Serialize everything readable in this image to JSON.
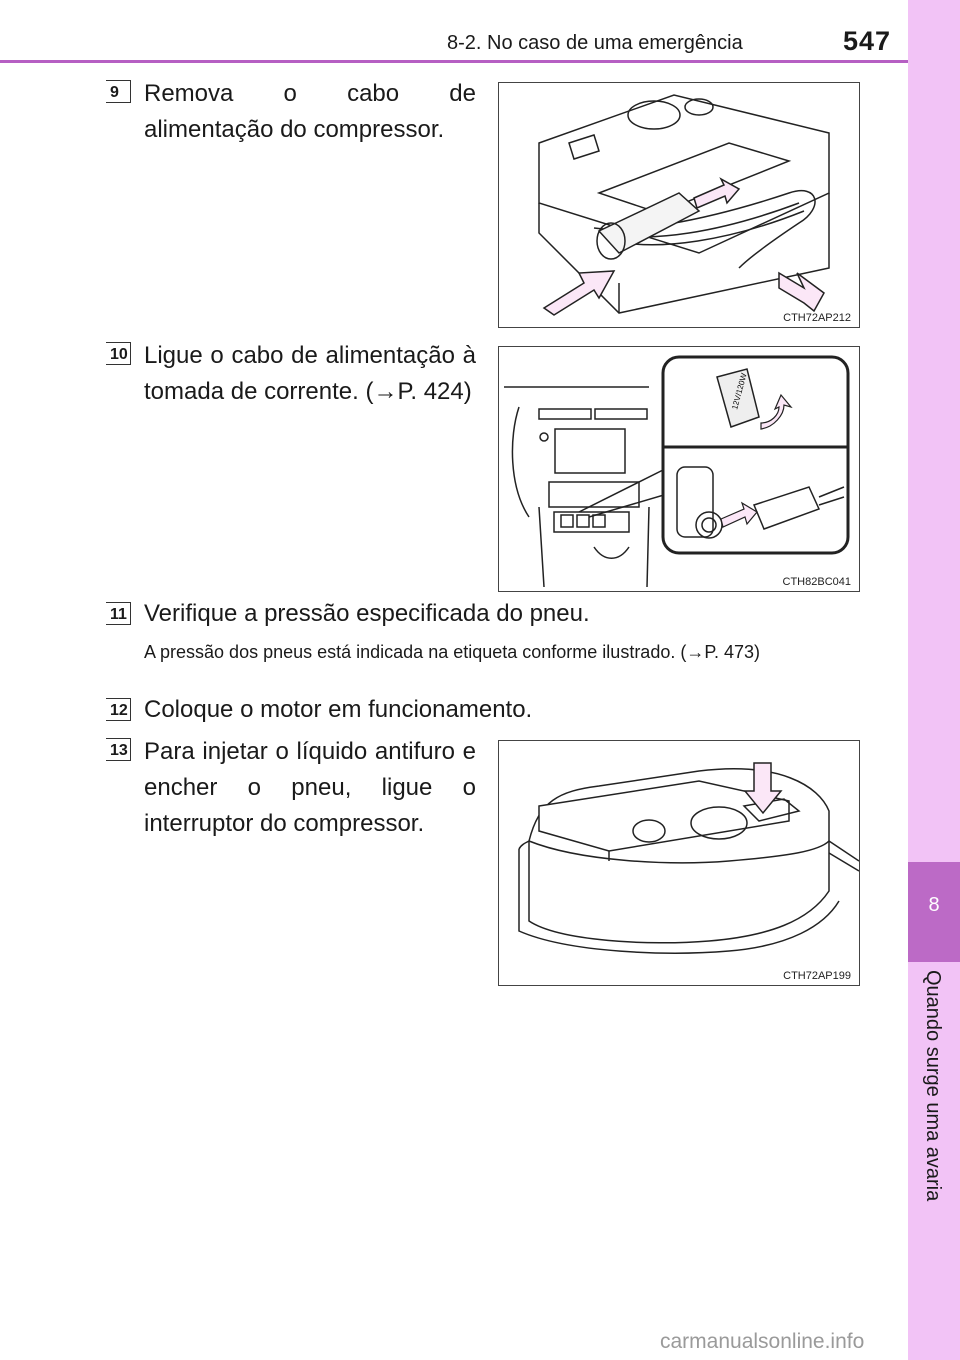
{
  "header": {
    "section": "8-2. No caso de uma emergência",
    "page_number": "547"
  },
  "side_tab": {
    "chapter_number": "8",
    "chapter_title": "Quando surge uma avaria",
    "colors": {
      "light": "#f2c3f6",
      "dark": "#bc6ac6"
    }
  },
  "steps": [
    {
      "number": "9",
      "text": "Remova o cabo de alimentação do compressor.",
      "figure_code": "CTH72AP212"
    },
    {
      "number": "10",
      "text": "Ligue o cabo de alimentação à tomada de corrente. (→P. 424)",
      "figure_code": "CTH82BC041",
      "socket_label": "12V/120W"
    },
    {
      "number": "11",
      "text": "Verifique a pressão especificada do pneu.",
      "note": "A pressão dos pneus está indicada na etiqueta conforme ilustrado. (→P. 473)"
    },
    {
      "number": "12",
      "text": "Coloque o motor em funcionamento."
    },
    {
      "number": "13",
      "text": "Para injetar o líquido antifuro e encher o pneu, ligue o interruptor do compressor.",
      "figure_code": "CTH72AP199"
    }
  ],
  "watermark": "carmanualsonline.info"
}
